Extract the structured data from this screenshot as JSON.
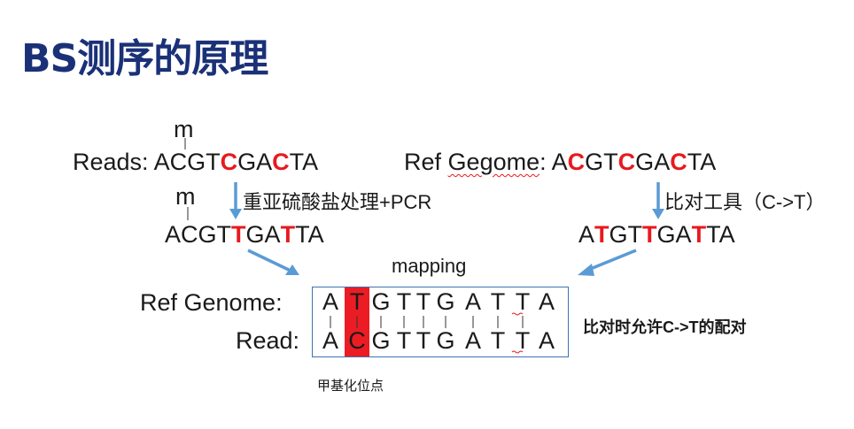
{
  "title": "BS测序的原理",
  "left": {
    "m_top": "m",
    "reads_label": "Reads:",
    "seq_original": [
      "A",
      "C",
      "G",
      "T",
      "C",
      "G",
      "A",
      "C",
      "T",
      "A"
    ],
    "m_bottom": "m",
    "treatment_label": "重亚硫酸盐处理+PCR",
    "seq_treated": [
      "A",
      "C",
      "G",
      "T",
      "T",
      "G",
      "A",
      "T",
      "T",
      "A"
    ]
  },
  "right": {
    "ref_label_word1": "Ref",
    "ref_label_word2": "Gegome",
    "ref_label_colon": ":",
    "seq_original": [
      "A",
      "C",
      "G",
      "T",
      "C",
      "G",
      "A",
      "C",
      "T",
      "A"
    ],
    "tool_label": "比对工具（C->T）",
    "seq_converted": [
      "A",
      "T",
      "G",
      "T",
      "T",
      "G",
      "A",
      "T",
      "T",
      "A"
    ]
  },
  "mapping": {
    "label": "mapping",
    "ref_genome_label": "Ref Genome:",
    "read_label": "Read:",
    "ref_seq": [
      "A",
      "T",
      "G",
      "T",
      "T",
      "G",
      "A",
      "T",
      "T",
      "A"
    ],
    "read_seq": [
      "A",
      "C",
      "G",
      "T",
      "T",
      "G",
      "A",
      "T",
      "T",
      "A"
    ],
    "allow_note": "比对时允许C->T的配对",
    "methyl_site_label": "甲基化位点"
  },
  "colors": {
    "title": "#1a3178",
    "highlight": "#e8191e",
    "arrow": "#5b9bd5",
    "box_border": "#3c73b0"
  }
}
